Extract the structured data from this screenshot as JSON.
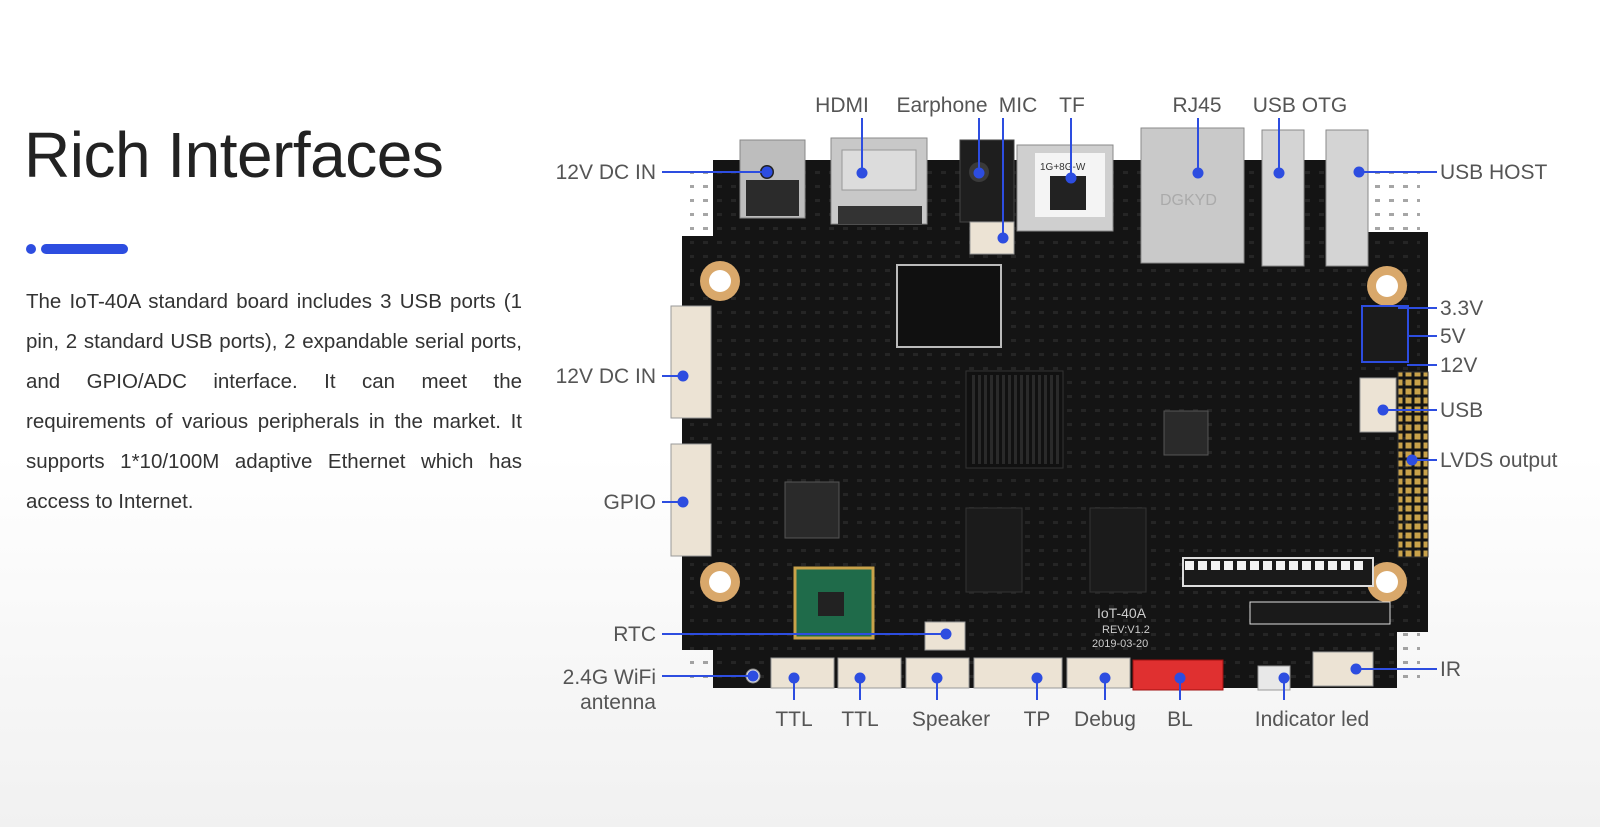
{
  "header": {
    "title": "Rich Interfaces",
    "accent_color": "#2d4de0"
  },
  "description": "The IoT-40A standard board includes 3 USB ports (1 pin, 2 standard USB ports), 2 expandable serial ports, and GPIO/ADC interface. It can meet the requirements of various peripherals in the market. It supports 1*10/100M adaptive Ethernet which has access to Internet.",
  "board": {
    "model": "IoT-40A",
    "revision": "REV:V1.2",
    "date": "2019-03-20",
    "colors": {
      "pcb": "#141414",
      "leader": "#2d4de0",
      "label": "#555555"
    }
  },
  "labels": {
    "hdmi": "HDMI",
    "earphone": "Earphone",
    "mic": "MIC",
    "tf": "TF",
    "rj45": "RJ45",
    "usb_otg": "USB OTG",
    "dc_in_top": "12V DC IN",
    "usb_host": "USB HOST",
    "dc_in_mid": "12V DC IN",
    "v33": "3.3V",
    "v5": "5V",
    "v12": "12V",
    "usb": "USB",
    "lvds": "LVDS output",
    "gpio": "GPIO",
    "rtc": "RTC",
    "wifi_line1": "2.4G WiFi",
    "wifi_line2": "antenna",
    "ir": "IR",
    "ttl1": "TTL",
    "ttl2": "TTL",
    "speaker": "Speaker",
    "tp": "TP",
    "debug": "Debug",
    "bl": "BL",
    "indicator_led": "Indicator led"
  }
}
